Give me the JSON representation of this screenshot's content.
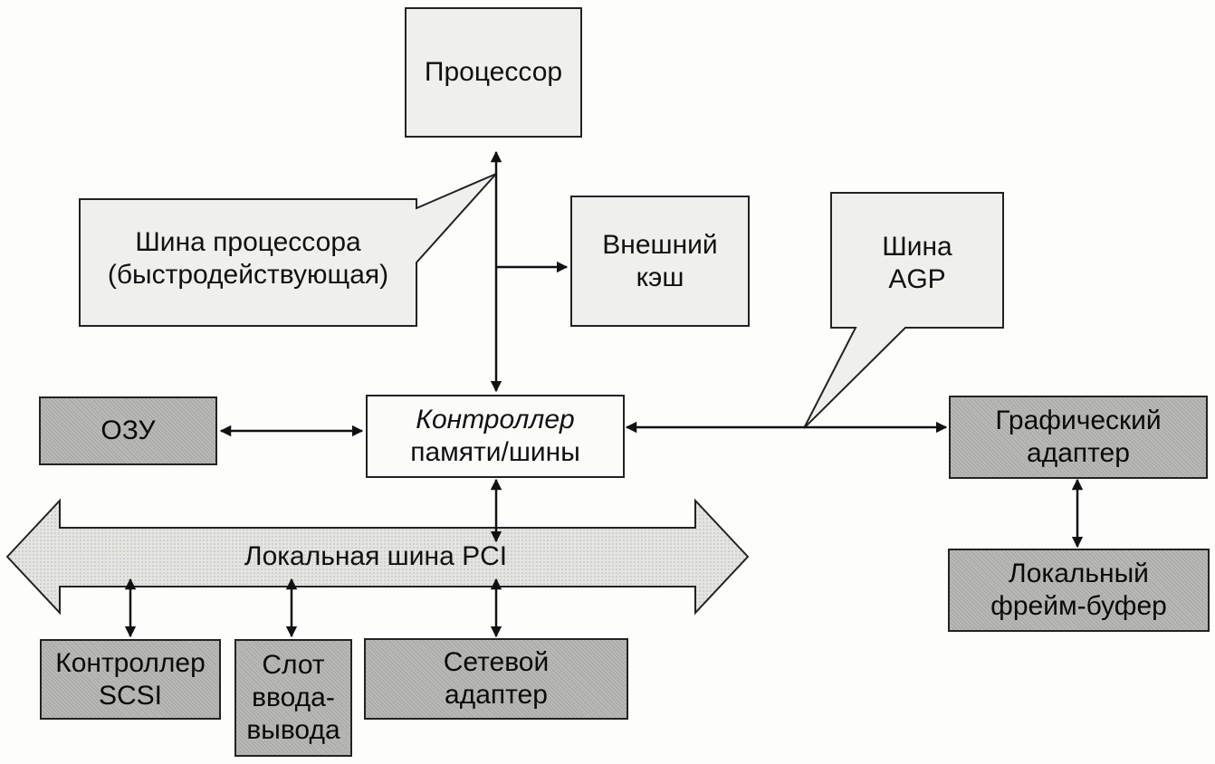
{
  "nodes": {
    "processor": "Процессор",
    "cpu_bus_line1": "Шина процессора",
    "cpu_bus_line2": "(быстродействующая)",
    "cache_line1": "Внешний",
    "cache_line2": "кэш",
    "agp_line1": "Шина",
    "agp_line2": "AGP",
    "ram": "ОЗУ",
    "controller_line1": "Контроллер",
    "controller_line2": "памяти/шины",
    "graphics_line1": "Графический",
    "graphics_line2": "адаптер",
    "pci_bus": "Локальная шина PCI",
    "framebuffer_line1": "Локальный",
    "framebuffer_line2": "фрейм-буфер",
    "scsi_line1": "Контроллер",
    "scsi_line2": "SCSI",
    "slot_line1": "Слот",
    "slot_line2": "ввода-",
    "slot_line3": "вывода",
    "network_line1": "Сетевой",
    "network_line2": "адаптер"
  }
}
